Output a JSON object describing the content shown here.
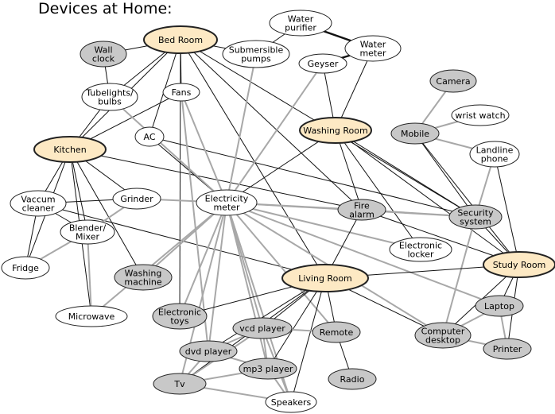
{
  "title": "Devices at Home:",
  "colors": {
    "room_fill": "#fde9c4",
    "grey_fill": "#c8c8c8",
    "white_fill": "#ffffff",
    "stroke": "#222222",
    "edge_dark": "#111111",
    "edge_light": "#a8a8a8"
  },
  "nodes": [
    {
      "id": "bed_room",
      "label": [
        "Bed Room"
      ],
      "style": "room"
    },
    {
      "id": "kitchen",
      "label": [
        "Kitchen"
      ],
      "style": "room"
    },
    {
      "id": "washing_room",
      "label": [
        "Washing Room"
      ],
      "style": "room"
    },
    {
      "id": "living_room",
      "label": [
        "Living Room"
      ],
      "style": "room"
    },
    {
      "id": "study_room",
      "label": [
        "Study Room"
      ],
      "style": "room"
    },
    {
      "id": "water_purifier",
      "label": [
        "Water",
        "purifier"
      ],
      "style": "white"
    },
    {
      "id": "water_meter",
      "label": [
        "Water",
        "meter"
      ],
      "style": "white"
    },
    {
      "id": "submersible_pumps",
      "label": [
        "Submersible",
        "pumps"
      ],
      "style": "white"
    },
    {
      "id": "geyser",
      "label": [
        "Geyser"
      ],
      "style": "white"
    },
    {
      "id": "wall_clock",
      "label": [
        "Wall",
        "clock"
      ],
      "style": "grey"
    },
    {
      "id": "tubelights",
      "label": [
        "Tubelights/",
        "bulbs"
      ],
      "style": "white"
    },
    {
      "id": "fans",
      "label": [
        "Fans"
      ],
      "style": "white"
    },
    {
      "id": "camera",
      "label": [
        "Camera"
      ],
      "style": "grey"
    },
    {
      "id": "wrist_watch",
      "label": [
        "wrist watch"
      ],
      "style": "white"
    },
    {
      "id": "mobile",
      "label": [
        "Mobile"
      ],
      "style": "grey"
    },
    {
      "id": "landline_phone",
      "label": [
        "Landline",
        "phone"
      ],
      "style": "white"
    },
    {
      "id": "ac",
      "label": [
        "AC"
      ],
      "style": "white"
    },
    {
      "id": "vaccum_cleaner",
      "label": [
        "Vaccum",
        "cleaner"
      ],
      "style": "white"
    },
    {
      "id": "grinder",
      "label": [
        "Grinder"
      ],
      "style": "white"
    },
    {
      "id": "electricity_meter",
      "label": [
        "Electricity",
        "meter"
      ],
      "style": "white"
    },
    {
      "id": "fire_alarm",
      "label": [
        "Fire",
        "alarm"
      ],
      "style": "grey"
    },
    {
      "id": "security_system",
      "label": [
        "Security",
        "system"
      ],
      "style": "grey"
    },
    {
      "id": "blender_mixer",
      "label": [
        "Blender/",
        "Mixer"
      ],
      "style": "white"
    },
    {
      "id": "electronic_locker",
      "label": [
        "Electronic",
        "locker"
      ],
      "style": "white"
    },
    {
      "id": "fridge",
      "label": [
        "Fridge"
      ],
      "style": "white"
    },
    {
      "id": "washing_machine",
      "label": [
        "Washing",
        "machine"
      ],
      "style": "grey"
    },
    {
      "id": "microwave",
      "label": [
        "Microwave"
      ],
      "style": "white"
    },
    {
      "id": "electronic_toys",
      "label": [
        "Electronic",
        "toys"
      ],
      "style": "grey"
    },
    {
      "id": "laptop",
      "label": [
        "Laptop"
      ],
      "style": "grey"
    },
    {
      "id": "vcd_player",
      "label": [
        "vcd player"
      ],
      "style": "grey"
    },
    {
      "id": "remote",
      "label": [
        "Remote"
      ],
      "style": "grey"
    },
    {
      "id": "computer_desktop",
      "label": [
        "Computer",
        "desktop"
      ],
      "style": "grey"
    },
    {
      "id": "dvd_player",
      "label": [
        "dvd player"
      ],
      "style": "grey"
    },
    {
      "id": "printer",
      "label": [
        "Printer"
      ],
      "style": "grey"
    },
    {
      "id": "mp3_player",
      "label": [
        "mp3 player"
      ],
      "style": "grey"
    },
    {
      "id": "tv",
      "label": [
        "Tv"
      ],
      "style": "grey"
    },
    {
      "id": "radio",
      "label": [
        "Radio"
      ],
      "style": "grey"
    },
    {
      "id": "speakers",
      "label": [
        "Speakers"
      ],
      "style": "white"
    }
  ],
  "edges": [
    [
      "water_purifier",
      "water_meter",
      "bold"
    ],
    [
      "water_meter",
      "geyser",
      "bold"
    ],
    [
      "water_purifier",
      "submersible_pumps",
      "dark"
    ],
    [
      "water_meter",
      "washing_room",
      "dark"
    ],
    [
      "geyser",
      "washing_room",
      "dark"
    ],
    [
      "bed_room",
      "wall_clock",
      "dark"
    ],
    [
      "bed_room",
      "tubelights",
      "dark"
    ],
    [
      "bed_room",
      "fans",
      "dark"
    ],
    [
      "bed_room",
      "ac",
      "dark"
    ],
    [
      "bed_room",
      "submersible_pumps",
      "dark"
    ],
    [
      "bed_room",
      "kitchen",
      "dark"
    ],
    [
      "bed_room",
      "electronic_toys",
      "dark"
    ],
    [
      "bed_room",
      "fire_alarm",
      "dark"
    ],
    [
      "bed_room",
      "living_room",
      "dark"
    ],
    [
      "bed_room",
      "security_system",
      "dark"
    ],
    [
      "wall_clock",
      "tubelights",
      "dark"
    ],
    [
      "kitchen",
      "tubelights",
      "dark"
    ],
    [
      "kitchen",
      "fans",
      "dark"
    ],
    [
      "kitchen",
      "vaccum_cleaner",
      "dark"
    ],
    [
      "kitchen",
      "grinder",
      "dark"
    ],
    [
      "kitchen",
      "blender_mixer",
      "dark"
    ],
    [
      "kitchen",
      "microwave",
      "dark"
    ],
    [
      "kitchen",
      "fridge",
      "dark"
    ],
    [
      "kitchen",
      "fire_alarm",
      "dark"
    ],
    [
      "kitchen",
      "washing_machine",
      "dark"
    ],
    [
      "vaccum_cleaner",
      "grinder",
      "dark"
    ],
    [
      "vaccum_cleaner",
      "blender_mixer",
      "dark"
    ],
    [
      "vaccum_cleaner",
      "fridge",
      "dark"
    ],
    [
      "vaccum_cleaner",
      "living_room",
      "dark"
    ],
    [
      "blender_mixer",
      "grinder",
      "light"
    ],
    [
      "blender_mixer",
      "fridge",
      "light"
    ],
    [
      "blender_mixer",
      "microwave",
      "light"
    ],
    [
      "grinder",
      "electricity_meter",
      "light"
    ],
    [
      "washing_room",
      "electricity_meter",
      "dark"
    ],
    [
      "washing_room",
      "fire_alarm",
      "dark"
    ],
    [
      "washing_room",
      "security_system",
      "dark"
    ],
    [
      "washing_room",
      "electronic_locker",
      "dark"
    ],
    [
      "washing_room",
      "study_room",
      "dark"
    ],
    [
      "ac",
      "electricity_meter",
      "dark"
    ],
    [
      "ac",
      "security_system",
      "dark"
    ],
    [
      "fans",
      "electricity_meter",
      "light"
    ],
    [
      "fans",
      "dvd_player",
      "light"
    ],
    [
      "tubelights",
      "electricity_meter",
      "light"
    ],
    [
      "submersible_pumps",
      "electricity_meter",
      "light"
    ],
    [
      "geyser",
      "electricity_meter",
      "light"
    ],
    [
      "electricity_meter",
      "fire_alarm",
      "light"
    ],
    [
      "electricity_meter",
      "security_system",
      "light"
    ],
    [
      "electricity_meter",
      "electronic_locker",
      "light"
    ],
    [
      "electricity_meter",
      "washing_machine",
      "light"
    ],
    [
      "electricity_meter",
      "microwave",
      "light"
    ],
    [
      "electricity_meter",
      "electronic_toys",
      "light"
    ],
    [
      "electricity_meter",
      "dvd_player",
      "light"
    ],
    [
      "electricity_meter",
      "vcd_player",
      "light"
    ],
    [
      "electricity_meter",
      "mp3_player",
      "light"
    ],
    [
      "electricity_meter",
      "tv",
      "light"
    ],
    [
      "electricity_meter",
      "speakers",
      "light"
    ],
    [
      "electricity_meter",
      "remote",
      "light"
    ],
    [
      "electricity_meter",
      "laptop",
      "light"
    ],
    [
      "electricity_meter",
      "computer_desktop",
      "light"
    ],
    [
      "fire_alarm",
      "security_system",
      "light"
    ],
    [
      "fire_alarm",
      "living_room",
      "dark"
    ],
    [
      "fire_alarm",
      "study_room",
      "dark"
    ],
    [
      "camera",
      "mobile",
      "light"
    ],
    [
      "wrist_watch",
      "mobile",
      "light"
    ],
    [
      "mobile",
      "landline_phone",
      "light"
    ],
    [
      "mobile",
      "security_system",
      "dark"
    ],
    [
      "mobile",
      "study_room",
      "dark"
    ],
    [
      "landline_phone",
      "security_system",
      "light"
    ],
    [
      "landline_phone",
      "study_room",
      "dark"
    ],
    [
      "security_system",
      "study_room",
      "dark"
    ],
    [
      "security_system",
      "computer_desktop",
      "light"
    ],
    [
      "study_room",
      "laptop",
      "dark"
    ],
    [
      "study_room",
      "printer",
      "dark"
    ],
    [
      "study_room",
      "computer_desktop",
      "dark"
    ],
    [
      "study_room",
      "living_room",
      "dark"
    ],
    [
      "laptop",
      "printer",
      "light"
    ],
    [
      "laptop",
      "computer_desktop",
      "light"
    ],
    [
      "computer_desktop",
      "printer",
      "light"
    ],
    [
      "living_room",
      "vcd_player",
      "dark"
    ],
    [
      "living_room",
      "mp3_player",
      "dark"
    ],
    [
      "living_room",
      "remote",
      "dark"
    ],
    [
      "living_room",
      "computer_desktop",
      "dark"
    ],
    [
      "living_room",
      "electronic_toys",
      "dark"
    ],
    [
      "living_room",
      "dvd_player",
      "dark"
    ],
    [
      "living_room",
      "tv",
      "dark"
    ],
    [
      "living_room",
      "speakers",
      "dark"
    ],
    [
      "vcd_player",
      "dvd_player",
      "light"
    ],
    [
      "vcd_player",
      "mp3_player",
      "light"
    ],
    [
      "vcd_player",
      "tv",
      "light"
    ],
    [
      "vcd_player",
      "speakers",
      "light"
    ],
    [
      "dvd_player",
      "mp3_player",
      "light"
    ],
    [
      "dvd_player",
      "tv",
      "light"
    ],
    [
      "mp3_player",
      "speakers",
      "light"
    ],
    [
      "tv",
      "speakers",
      "light"
    ],
    [
      "tv",
      "mp3_player",
      "light"
    ],
    [
      "remote",
      "radio",
      "dark"
    ],
    [
      "vcd_player",
      "remote",
      "light"
    ]
  ]
}
